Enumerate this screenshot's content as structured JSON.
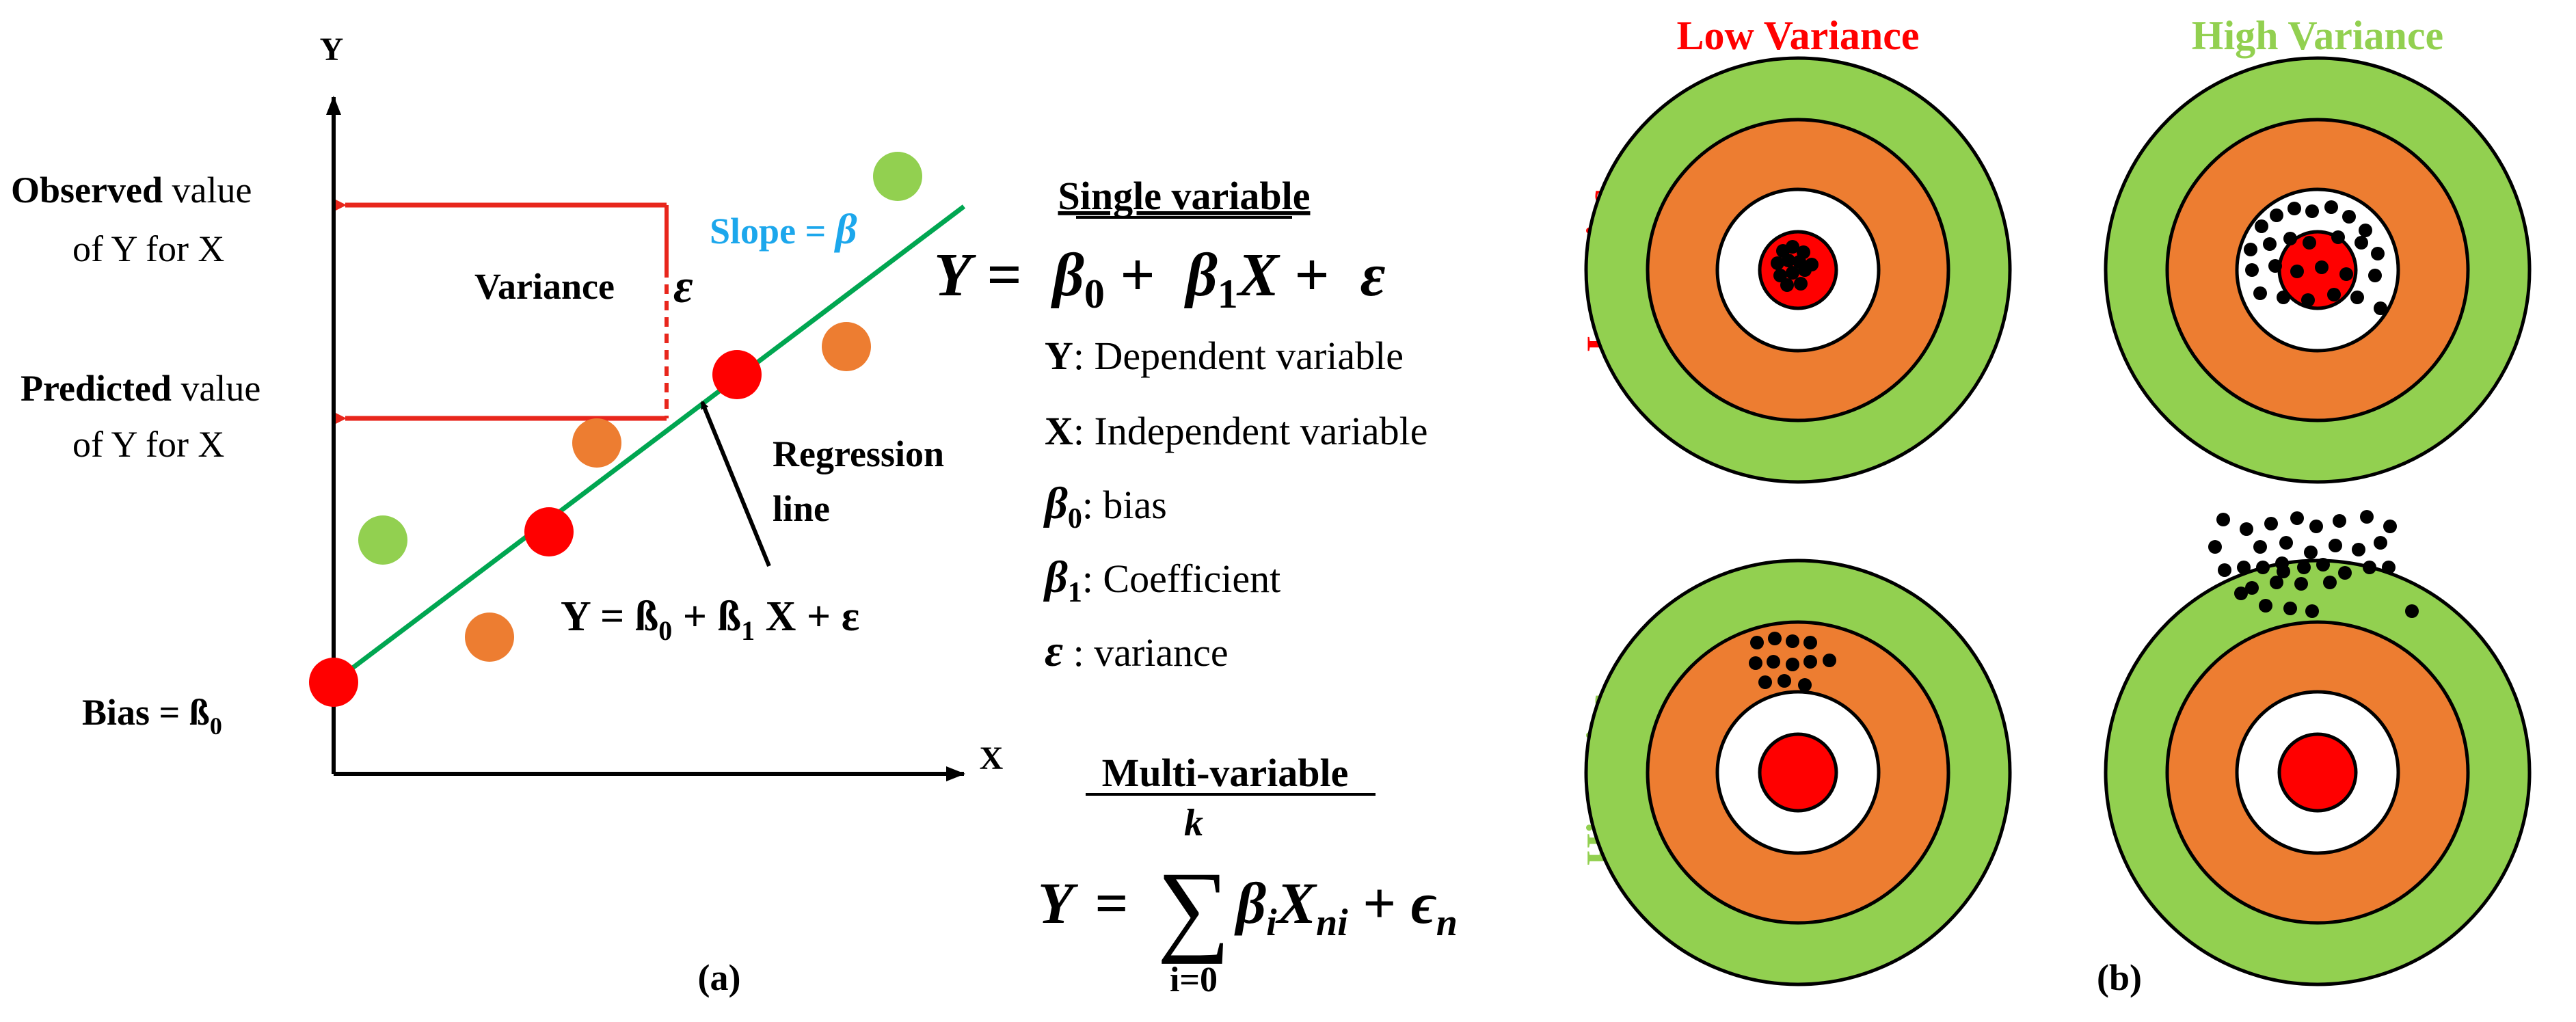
{
  "colors": {
    "red": "#FF0000",
    "red_line": "#E8261C",
    "green_line": "#00A651",
    "orange": "#ED7D31",
    "light_green": "#92D050",
    "cyan": "#1CA7EC",
    "black": "#000000",
    "white": "#FFFFFF"
  },
  "panel_a": {
    "y_axis_label": "Y",
    "x_axis_label": "X",
    "observed_bold": "Observed",
    "observed_rest": " value",
    "observed_line2": "of Y for X",
    "predicted_bold": "Predicted",
    "predicted_rest": " value",
    "predicted_line2": "of Y for X",
    "variance_label": "Variance",
    "epsilon": "ε",
    "slope_prefix": "Slope = ",
    "slope_symbol": "β",
    "regression_line1": "Regression",
    "regression_line2": "line",
    "line_eq_lhs": "Y = ß",
    "line_eq_sub0": "0",
    "line_eq_mid": " + ß",
    "line_eq_sub1": "1",
    "line_eq_rhs": " X + ε",
    "bias_label": "Bias = ß",
    "bias_sub": "0",
    "caption": "(a)"
  },
  "equations": {
    "single_title": "Single variable",
    "single_eq": {
      "y": "Y",
      "eq": " =  ",
      "b0": "β",
      "b0_sub": "0",
      "plus1": " +  ",
      "b1": "β",
      "b1_sub": "1",
      "x": "X",
      "plus2": " +  ",
      "eps": "ε"
    },
    "defs": [
      {
        "sym": "Y",
        "sub": "",
        "text": ": Dependent variable"
      },
      {
        "sym": "X",
        "sub": "",
        "text": ": Independent variable"
      },
      {
        "sym": "β",
        "sub": "0",
        "text": ": bias"
      },
      {
        "sym": "β",
        "sub": "1",
        "text": ": Coefficient"
      },
      {
        "sym": "ε",
        "sub": "",
        "text": " : variance"
      }
    ],
    "multi_title": "Multi-variable",
    "multi_eq": {
      "y": "Y",
      "eq": " = ",
      "sum": "∑",
      "upper": "k",
      "lower": "i=0",
      "beta": "β",
      "beta_sub": "i",
      "x": "X",
      "x_sub": "ni",
      "plus": " + ",
      "eps": "ϵ",
      "eps_sub": "n"
    }
  },
  "panel_b": {
    "col_low_variance": "Low Variance",
    "col_high_variance": "High Variance",
    "row_low_bias": "Low Bias",
    "row_high_bias": "High Bias",
    "caption": "(b)"
  }
}
